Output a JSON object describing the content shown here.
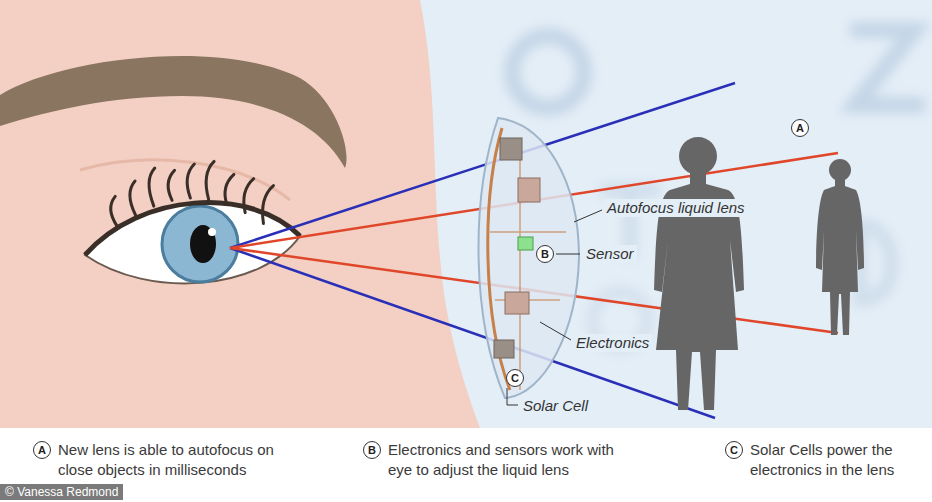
{
  "diagram": {
    "nodes": [
      {
        "text": [
          "A"
        ]
      },
      {
        "text": [
          "B"
        ]
      },
      {
        "text": [
          "C"
        ]
      },
      {
        "text": [
          "A"
        ]
      },
      {
        "text": [
          "B"
        ]
      },
      {
        "text": [
          "C"
        ]
      }
    ],
    "labels": [
      "Autofocus liquid lens",
      "Sensor",
      "Electronics",
      "Solar Cell",
      "New lens is able to autofocus on close objects in milliseconds",
      "Electronics and sensors work with eye to adjust the liquid lens",
      "Solar Cells power the electronics in the lens",
      "© Vanessa Redmond"
    ]
  }
}
